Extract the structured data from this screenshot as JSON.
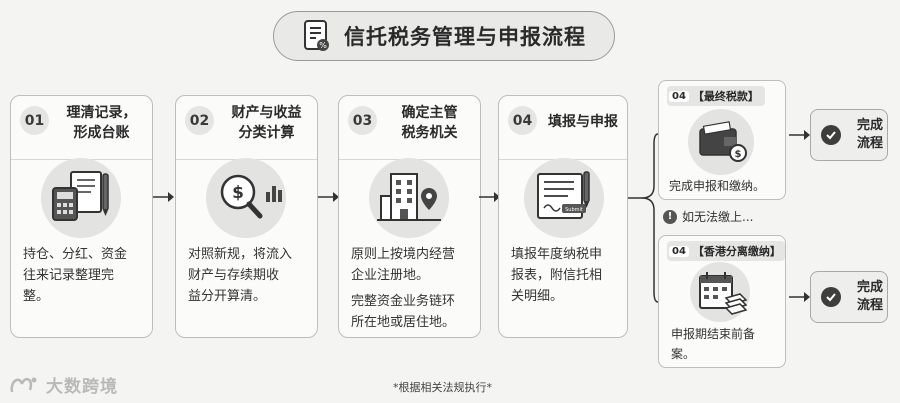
{
  "header": {
    "title": "信托税务管理与申报流程",
    "icon": "tax-document-icon"
  },
  "steps": [
    {
      "num": "01",
      "title_l1": "理清记录，",
      "title_l2": "形成台账",
      "icon": "calculator-documents-icon",
      "desc": [
        "持仓、分红、资金",
        "往来记录整理完",
        "整。"
      ]
    },
    {
      "num": "02",
      "title_l1": "财产与收益",
      "title_l2": "分类计算",
      "icon": "magnifier-dollar-chart-icon",
      "desc": [
        "对照新规，将流入",
        "财产与存续期收",
        "益分开算清。"
      ]
    },
    {
      "num": "03",
      "title_l1": "确定主管",
      "title_l2": "税务机关",
      "icon": "office-building-location-icon",
      "desc": [
        "原则上按境内经营",
        "企业注册地。"
      ],
      "desc2": [
        "完整资金业务链环",
        "所在地或居住地。"
      ]
    },
    {
      "num": "04",
      "title_l1": "填报与申报",
      "icon": "tax-form-submit-icon",
      "desc": [
        "填报年度纳税申",
        "报表，附信托相",
        "关明细。"
      ]
    }
  ],
  "results": [
    {
      "tag_num": "04",
      "tag_text": "【最终税款】",
      "icon": "wallet-coin-icon",
      "text": "完成申报和缴纳。"
    },
    {
      "tag_num": "04",
      "tag_text": "【香港分离缴纳】",
      "icon": "calendar-stack-icon",
      "text_l1": "申报期结束前备",
      "text_l2": "案。"
    }
  ],
  "branch_note": "如无法缴上...",
  "done": [
    {
      "l1": "完成",
      "l2": "流程"
    },
    {
      "l1": "完成",
      "l2": "流程"
    }
  ],
  "footnote": "*根据相关法规执行*",
  "watermark": "大数跨境",
  "colors": {
    "card_border": "#bdbdbb",
    "accent_dark": "#3e3e3e",
    "background": "#f4f4f3"
  }
}
